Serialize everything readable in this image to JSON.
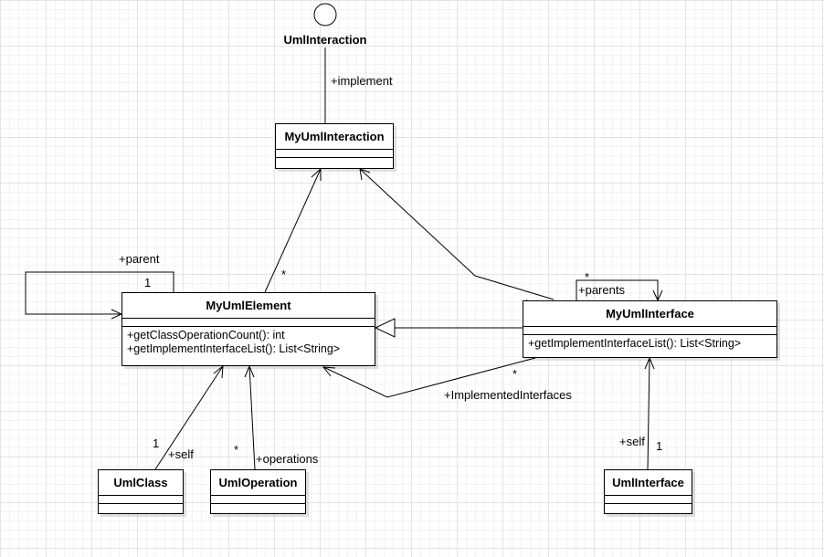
{
  "interface": {
    "name": "UmlInteraction"
  },
  "classes": {
    "my_uml_interaction": {
      "name": "MyUmlInteraction",
      "operations": []
    },
    "my_uml_element": {
      "name": "MyUmlElement",
      "operations": [
        "+getClassOperationCount(): int",
        "+getImplementInterfaceList(): List<String>"
      ]
    },
    "my_uml_interface": {
      "name": "MyUmlInterface",
      "operations": [
        "+getImplementInterfaceList(): List<String>"
      ]
    },
    "uml_class": {
      "name": "UmlClass",
      "operations": []
    },
    "uml_operation": {
      "name": "UmlOperation",
      "operations": []
    },
    "uml_interface": {
      "name": "UmlInterface",
      "operations": []
    }
  },
  "relations": {
    "implement": {
      "label": "+implement"
    },
    "element_to_interaction": {
      "multiplicity": "*"
    },
    "interface_to_interaction": {},
    "parent_self": {
      "label": "+parent",
      "multiplicity": "1"
    },
    "generalization": {},
    "parents_self": {
      "label": "+parents",
      "multiplicity_src": "*",
      "multiplicity_dst": "*"
    },
    "implemented_interfaces": {
      "label": "+ImplementedInterfaces",
      "multiplicity": "*"
    },
    "class_self": {
      "label": "+self",
      "multiplicity": "1"
    },
    "operations": {
      "label": "+operations",
      "multiplicity": "*"
    },
    "interface_self": {
      "label": "+self",
      "multiplicity": "1"
    }
  }
}
